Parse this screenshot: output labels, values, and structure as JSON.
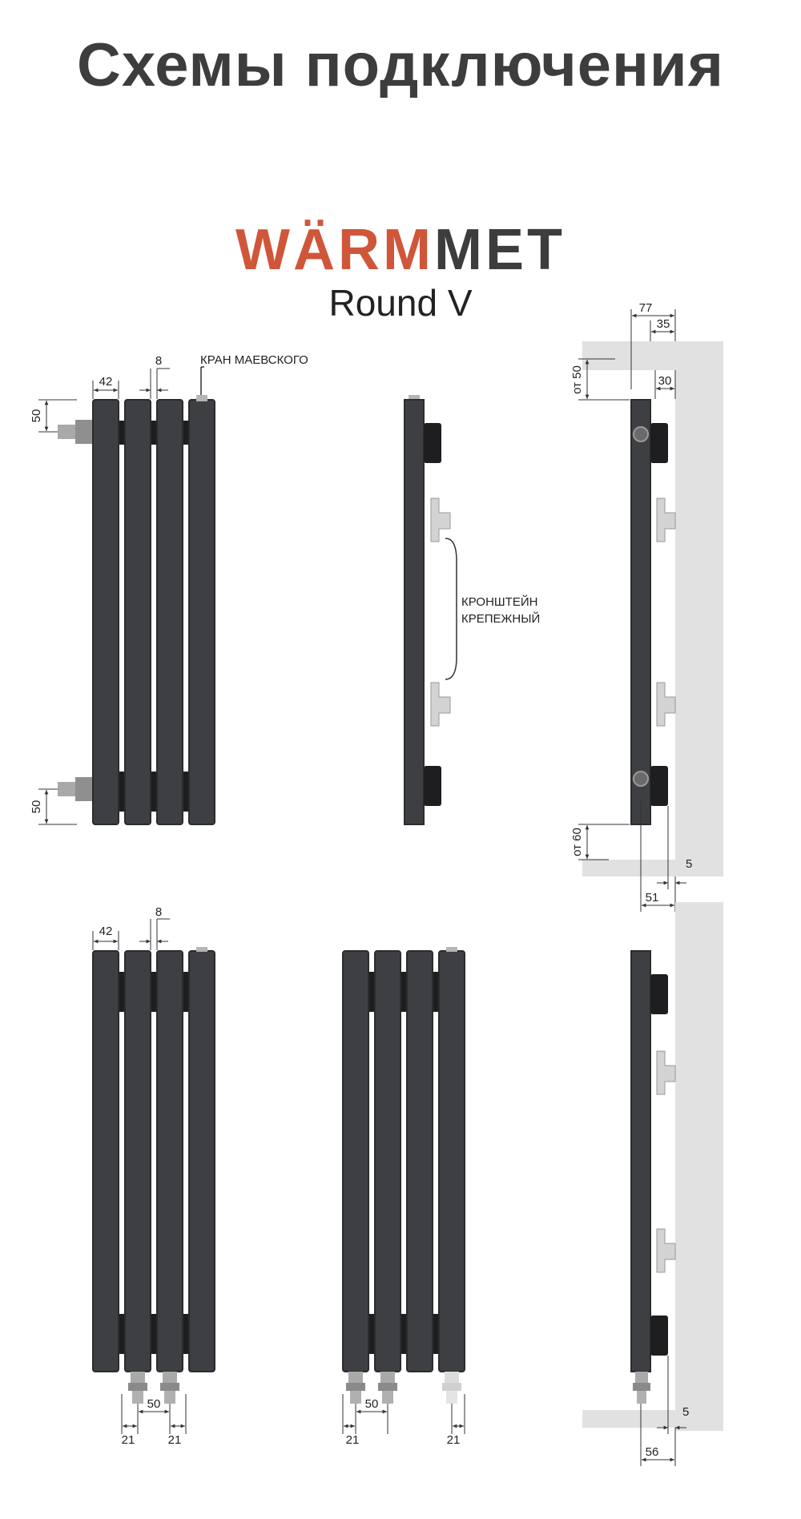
{
  "title": "Схемы подключения",
  "brand": {
    "name_part1": "WÄRM",
    "name_part2": "MET",
    "model": "Round V",
    "color_part1": "#d0563a",
    "color_part2": "#3d3d3d"
  },
  "colors": {
    "radiator": "#3e3f42",
    "radiator_edge": "#2b2c2e",
    "wall": "#e1e1e1",
    "fitting": "#a9a9a9"
  },
  "labels": {
    "air_valve": "КРАН МАЕВСКОГО",
    "bracket_line1": "КРОНШТЕЙН",
    "bracket_line2": "КРЕПЕЖНЫЙ"
  },
  "dims": {
    "d42": "42",
    "d8": "8",
    "d50": "50",
    "d77": "77",
    "d35": "35",
    "d30": "30",
    "from50": "от 50",
    "from60": "от 60",
    "d5": "5",
    "d51": "51",
    "d21": "21",
    "d56": "56"
  }
}
